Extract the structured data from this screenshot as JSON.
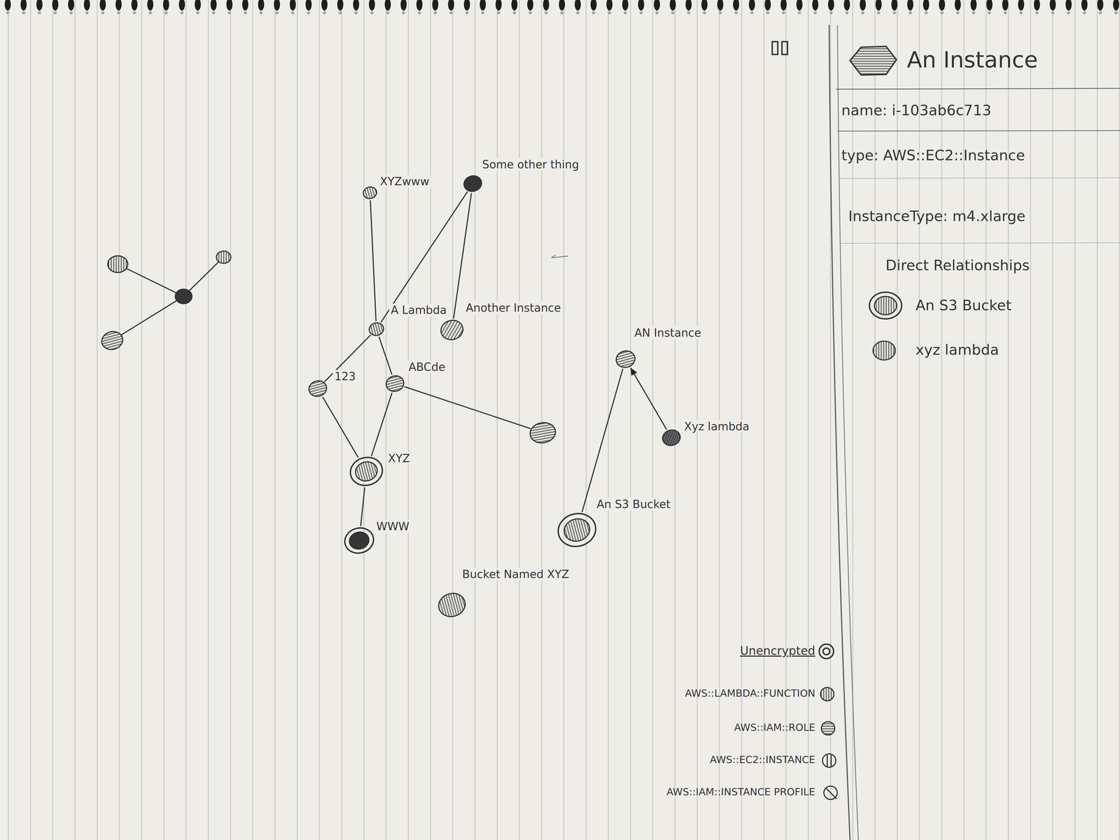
{
  "diagram": {
    "nodes": [
      {
        "text": [
          "XYZwww"
        ]
      },
      {
        "text": [
          "Some other thing"
        ]
      },
      {
        "text": [
          "A Lambda"
        ]
      },
      {
        "text": [
          "Another Instance"
        ]
      },
      {
        "text": [
          "123"
        ]
      },
      {
        "text": [
          "ABCde"
        ]
      },
      {
        "text": [
          "XYZ"
        ]
      },
      {
        "text": [
          "WWW"
        ]
      },
      {
        "text": [
          "Bucket Named XYZ"
        ]
      },
      {
        "text": [
          "AN Instance"
        ]
      },
      {
        "text": [
          "Xyz lambda"
        ]
      },
      {
        "text": [
          "An S3 Bucket"
        ]
      }
    ],
    "edges": [
      {
        "from": 0,
        "to": 2,
        "arrow": "none"
      },
      {
        "from": 1,
        "to": 2,
        "arrow": "none"
      },
      {
        "from": 1,
        "to": 3,
        "arrow": "none"
      },
      {
        "from": 2,
        "to": 4,
        "arrow": "none"
      },
      {
        "from": 2,
        "to": 5,
        "arrow": "none"
      },
      {
        "from": 4,
        "to": 6,
        "arrow": "none"
      },
      {
        "from": 5,
        "to": 6,
        "arrow": "none"
      },
      {
        "from": 6,
        "to": 7,
        "arrow": "none"
      },
      {
        "from": 11,
        "to": 9,
        "arrow": "none"
      },
      {
        "from": 10,
        "to": 9,
        "arrow": "to"
      }
    ],
    "labels": [
      "An Instance",
      "name: i-103ab6c713",
      "type: AWS::EC2::Instance",
      "InstanceType: m4.xlarge",
      "Direct Relationships",
      "An S3 Bucket",
      "xyz lambda"
    ],
    "legend": [
      {
        "text": "Unencrypted"
      },
      {
        "text": "AWS::LAMBDA::FUNCTION"
      },
      {
        "text": "AWS::IAM::ROLE"
      },
      {
        "text": "AWS::EC2::INSTANCE"
      },
      {
        "text": "AWS::IAM::INSTANCE PROFILE"
      }
    ]
  }
}
